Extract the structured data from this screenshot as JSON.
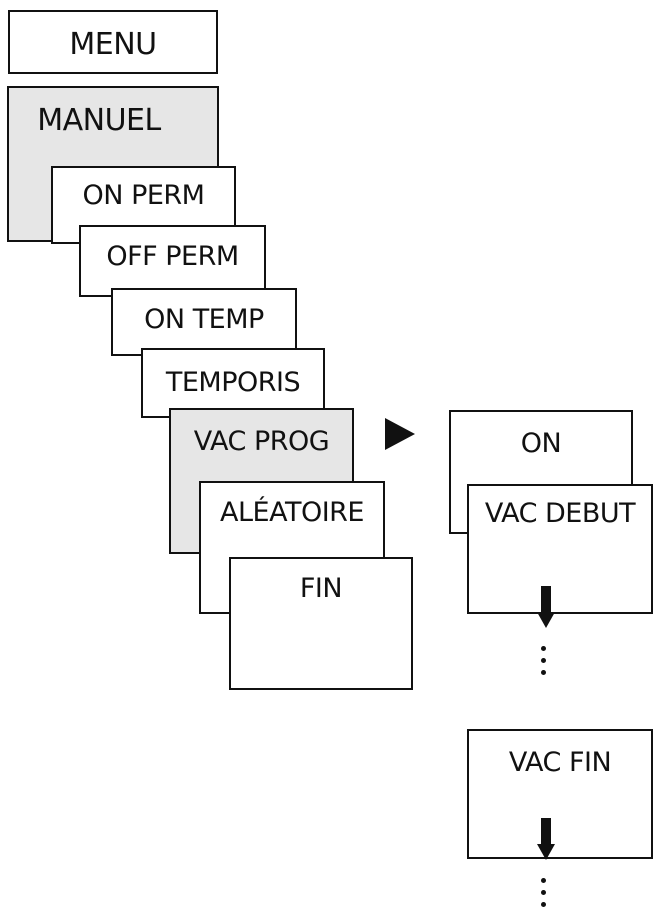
{
  "menu": {
    "root": "MENU",
    "manual": "MANUEL",
    "on_perm": "ON PERM",
    "off_perm": "OFF PERM",
    "on_temp": "ON TEMP",
    "temporis": "TEMPORIS",
    "vac_prog": "VAC PROG",
    "aleatoire": "ALÉATOIRE",
    "fin": "FIN"
  },
  "submenu": {
    "on": "ON",
    "vac_debut": "VAC DEBUT",
    "vac_fin": "VAC FIN"
  },
  "colors": {
    "border": "#111111",
    "shaded": "#e6e6e6",
    "background": "#ffffff"
  },
  "icons": {
    "navigate": "triangle-right-icon",
    "next_step": "arrow-down-icon",
    "continuation": "vertical-ellipsis-icon"
  }
}
